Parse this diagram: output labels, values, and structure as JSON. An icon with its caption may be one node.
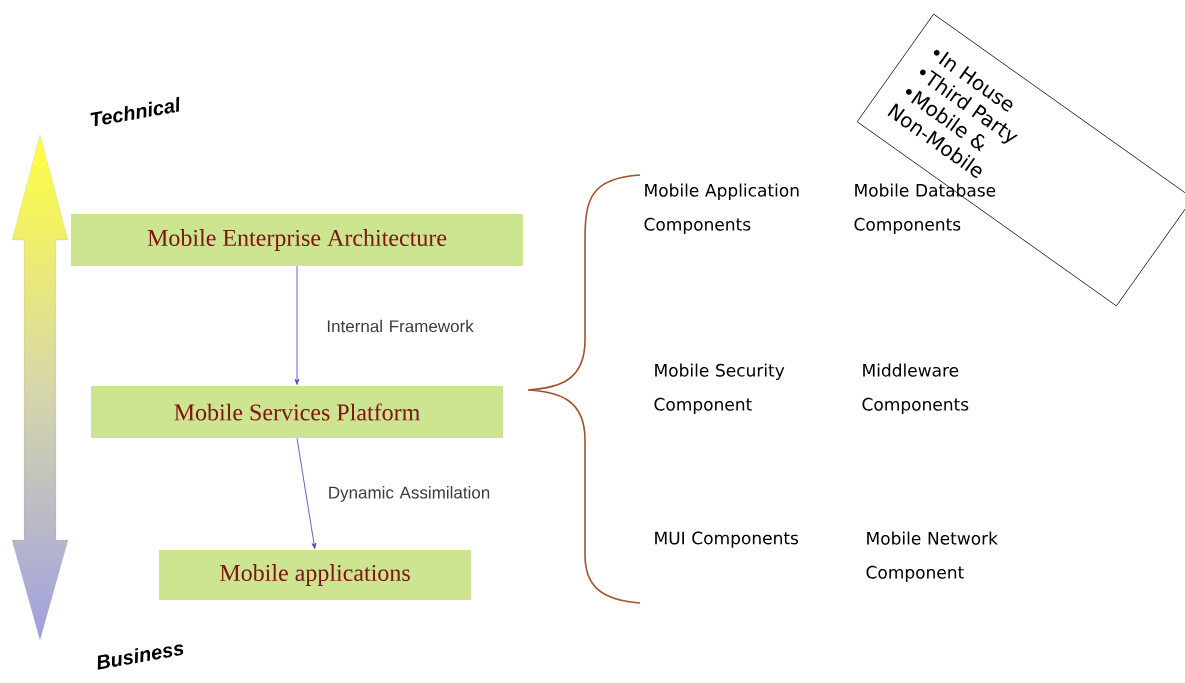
{
  "diagram": {
    "nodes": [
      {
        "text": [
          "Mobile Enterprise Architecture"
        ]
      },
      {
        "text": [
          "Mobile Services Platform"
        ]
      },
      {
        "text": [
          "Mobile applications"
        ]
      },
      {
        "text": [
          "•In House",
          "•Third Party",
          "•Mobile & Non-Mobile"
        ]
      }
    ],
    "edges": [
      {
        "from": 0,
        "to": 1,
        "arrow": "to",
        "label": "Internal Framework"
      },
      {
        "from": 1,
        "to": 2,
        "arrow": "to",
        "label": "Dynamic Assimilation"
      }
    ],
    "labels": [
      "Technical",
      "Mobile Application Components",
      "Mobile Database Components",
      "Mobile Security Component",
      "Middleware Components",
      "MUI Components",
      "Mobile Network Component",
      "Business"
    ]
  }
}
